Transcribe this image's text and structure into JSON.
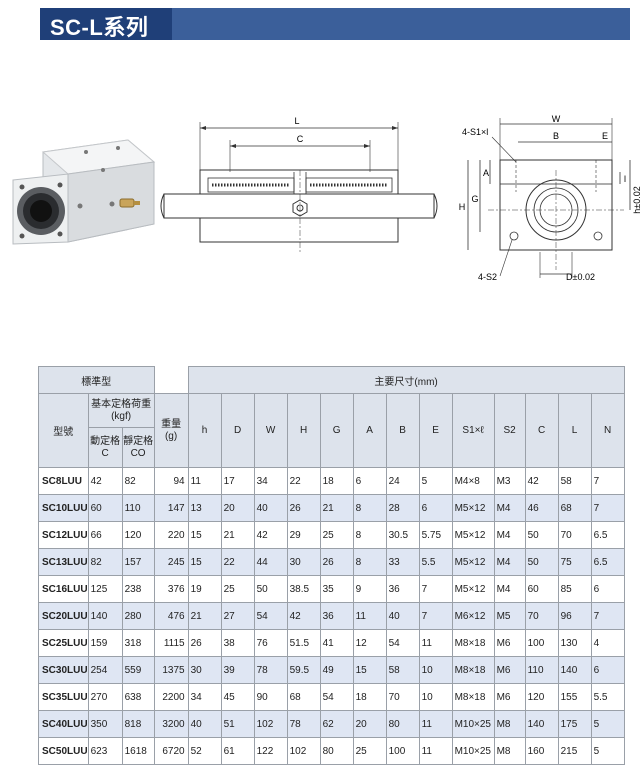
{
  "title": "SC-L系列",
  "diagrams": {
    "side": {
      "L": "L",
      "C": "C"
    },
    "front": {
      "W": "W",
      "B": "B",
      "E": "E",
      "S1": "4-S1×l",
      "A": "A",
      "G": "G",
      "H": "H",
      "I": "l",
      "h": "h±0.02",
      "S2": "4-S2",
      "D": "D±0.02"
    }
  },
  "table": {
    "group_standard": "標準型",
    "group_dims": "主要尺寸(mm)",
    "col_model": "型號",
    "col_load": "基本定格荷重",
    "col_load_unit": "(kgf)",
    "col_dynamic": "動定格",
    "col_dynamic_sym": "C",
    "col_static": "靜定格",
    "col_static_sym": "CO",
    "col_weight": "重量",
    "col_weight_unit": "(g)",
    "dim_cols": [
      "h",
      "D",
      "W",
      "H",
      "G",
      "A",
      "B",
      "E",
      "S1×ℓ",
      "S2",
      "C",
      "L",
      "N"
    ],
    "rows": [
      [
        "SC8LUU",
        "42",
        "82",
        "94",
        "11",
        "17",
        "34",
        "22",
        "18",
        "6",
        "24",
        "5",
        "M4×8",
        "M3",
        "42",
        "58",
        "7"
      ],
      [
        "SC10LUU",
        "60",
        "110",
        "147",
        "13",
        "20",
        "40",
        "26",
        "21",
        "8",
        "28",
        "6",
        "M5×12",
        "M4",
        "46",
        "68",
        "7"
      ],
      [
        "SC12LUU",
        "66",
        "120",
        "220",
        "15",
        "21",
        "42",
        "29",
        "25",
        "8",
        "30.5",
        "5.75",
        "M5×12",
        "M4",
        "50",
        "70",
        "6.5"
      ],
      [
        "SC13LUU",
        "82",
        "157",
        "245",
        "15",
        "22",
        "44",
        "30",
        "26",
        "8",
        "33",
        "5.5",
        "M5×12",
        "M4",
        "50",
        "75",
        "6.5"
      ],
      [
        "SC16LUU",
        "125",
        "238",
        "376",
        "19",
        "25",
        "50",
        "38.5",
        "35",
        "9",
        "36",
        "7",
        "M5×12",
        "M4",
        "60",
        "85",
        "6"
      ],
      [
        "SC20LUU",
        "140",
        "280",
        "476",
        "21",
        "27",
        "54",
        "42",
        "36",
        "11",
        "40",
        "7",
        "M6×12",
        "M5",
        "70",
        "96",
        "7"
      ],
      [
        "SC25LUU",
        "159",
        "318",
        "1115",
        "26",
        "38",
        "76",
        "51.5",
        "41",
        "12",
        "54",
        "11",
        "M8×18",
        "M6",
        "100",
        "130",
        "4"
      ],
      [
        "SC30LUU",
        "254",
        "559",
        "1375",
        "30",
        "39",
        "78",
        "59.5",
        "49",
        "15",
        "58",
        "10",
        "M8×18",
        "M6",
        "110",
        "140",
        "6"
      ],
      [
        "SC35LUU",
        "270",
        "638",
        "2200",
        "34",
        "45",
        "90",
        "68",
        "54",
        "18",
        "70",
        "10",
        "M8×18",
        "M6",
        "120",
        "155",
        "5.5"
      ],
      [
        "SC40LUU",
        "350",
        "818",
        "3200",
        "40",
        "51",
        "102",
        "78",
        "62",
        "20",
        "80",
        "11",
        "M10×25",
        "M8",
        "140",
        "175",
        "5"
      ],
      [
        "SC50LUU",
        "623",
        "1618",
        "6720",
        "52",
        "61",
        "122",
        "102",
        "80",
        "25",
        "100",
        "11",
        "M10×25",
        "M8",
        "160",
        "215",
        "5"
      ]
    ]
  }
}
